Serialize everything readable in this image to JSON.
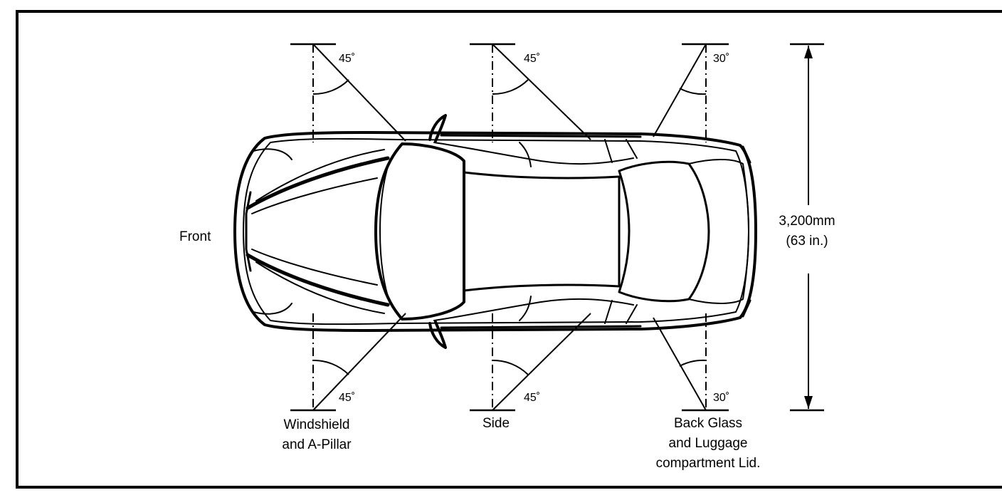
{
  "labels": {
    "front": "Front",
    "windshield_line1": "Windshield",
    "windshield_line2": "and A-Pillar",
    "side": "Side",
    "back_line1": "Back Glass",
    "back_line2": "and Luggage",
    "back_line3": "compartment Lid.",
    "dimension_line1": "3,200mm",
    "dimension_line2": "(63 in.)"
  },
  "angles": {
    "windshield_top": "45˚",
    "windshield_bottom": "45˚",
    "side_top": "45˚",
    "side_bottom": "45˚",
    "back_top": "30˚",
    "back_bottom": "30˚"
  }
}
